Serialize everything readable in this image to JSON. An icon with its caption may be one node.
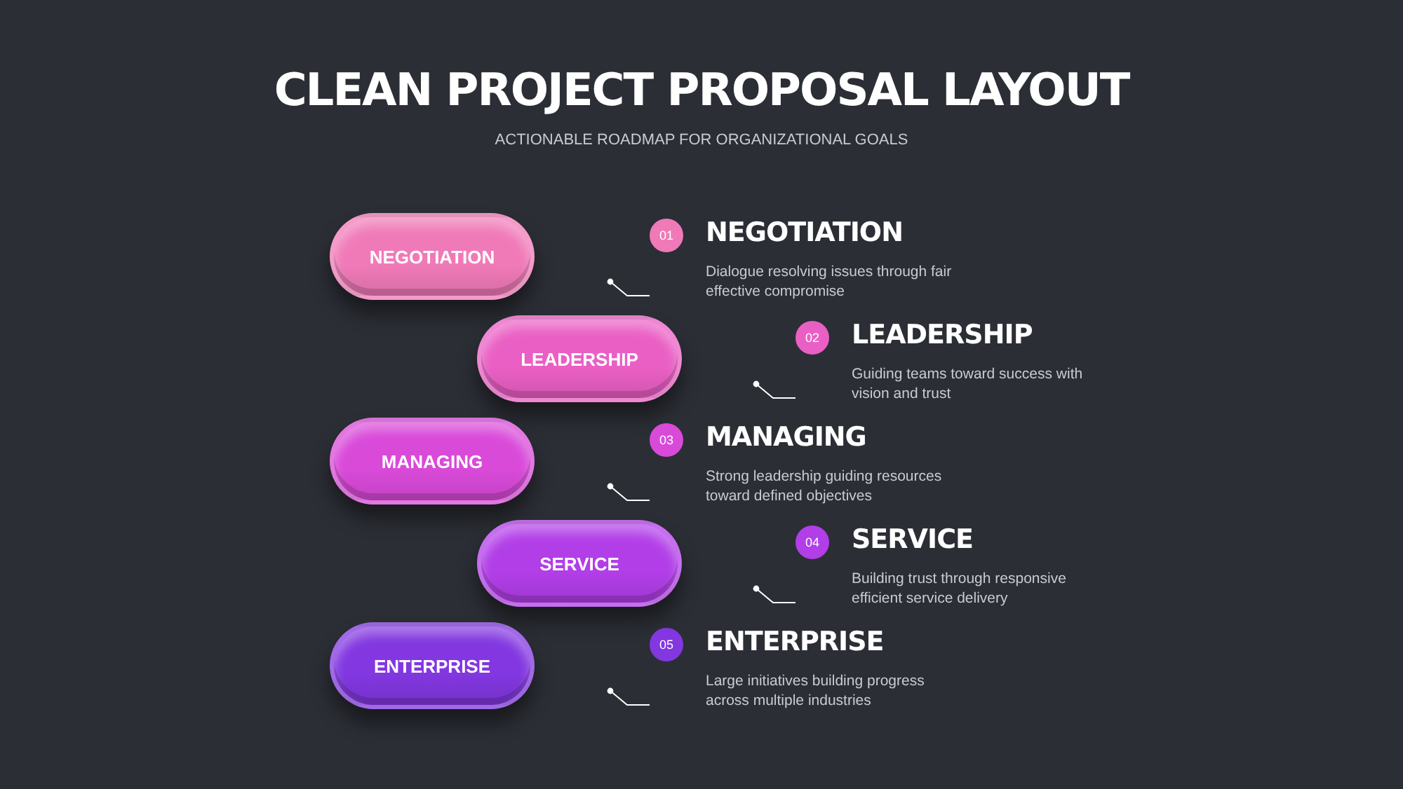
{
  "diagram": {
    "title": "CLEAN PROJECT PROPOSAL LAYOUT",
    "nodes": [
      {
        "text": [
          "NEGOTIATION"
        ]
      },
      {
        "text": [
          "01"
        ],
        "beside": [
          "NEGOTIATION",
          "Dialogue resolving issues through fair effective compromise"
        ]
      },
      {
        "text": [
          "LEADERSHIP"
        ]
      },
      {
        "text": [
          "02"
        ],
        "beside": [
          "LEADERSHIP",
          "Guiding teams toward success with vision and trust"
        ]
      },
      {
        "text": [
          "MANAGING"
        ]
      },
      {
        "text": [
          "03"
        ],
        "beside": [
          "MANAGING",
          "Strong leadership guiding resources toward defined objectives"
        ]
      },
      {
        "text": [
          "SERVICE"
        ]
      },
      {
        "text": [
          "04"
        ],
        "beside": [
          "SERVICE",
          "Building trust through responsive efficient service delivery"
        ]
      },
      {
        "text": [
          "ENTERPRISE"
        ]
      },
      {
        "text": [
          "05"
        ],
        "beside": [
          "ENTERPRISE",
          "Large initiatives building progress across multiple industries"
        ]
      }
    ],
    "edges": [],
    "labels": [
      "ACTIONABLE ROADMAP FOR ORGANIZATIONAL GOALS"
    ]
  }
}
